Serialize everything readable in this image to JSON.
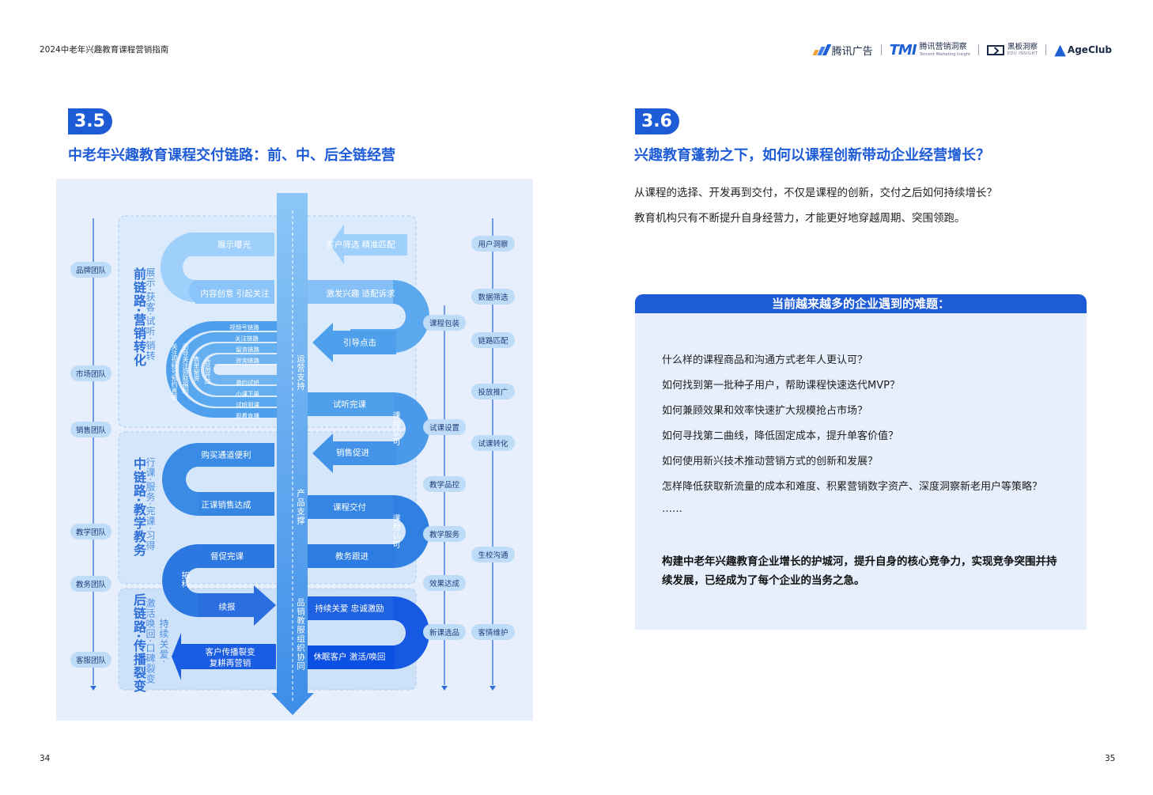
{
  "header": {
    "doc_title": "2024中老年兴趣教育课程营销指南",
    "logos": [
      {
        "name": "腾讯广告"
      },
      {
        "mark": "TMI",
        "name": "腾讯营销洞察",
        "sub": "Tencent Marketing Insight"
      },
      {
        "name": "黑板洞察",
        "sub": "EDU INSIGHT"
      },
      {
        "name": "AgeClub"
      }
    ]
  },
  "left": {
    "badge": "3.5",
    "title": "中老年兴趣教育课程交付链路：前、中、后全链经营",
    "page_number": "34"
  },
  "right": {
    "badge": "3.6",
    "title": "兴趣教育蓬勃之下，如何以课程创新带动企业经营增长？",
    "paragraphs": [
      "从课程的选择、开发再到交付，不仅是课程的创新，交付之后如何持续增长？",
      "教育机构只有不断提升自身经营力，才能更好地穿越周期、突围领跑。"
    ],
    "box": {
      "heading": "当前越来越多的企业遇到的难题：",
      "questions": [
        "什么样的课程商品和沟通方式老年人更认可？",
        "如何找到第一批种子用户，帮助课程快速迭代MVP？",
        "如何兼顾效果和效率快速扩大规模抢占市场？",
        "如何寻找第二曲线，降低固定成本，提升单客价值？",
        "如何使用新兴技术推动营销方式的创新和发展？",
        "怎样降低获取新流量的成本和难度、积累营销数字资产、深度洞察新老用户等策略？",
        "……"
      ],
      "conclusion": "构建中老年兴趣教育企业增长的护城河，提升自身的核心竞争力，实现竞争突围并持续发展，已经成为了每个企业的当务之急。"
    },
    "page_number": "35"
  },
  "diagram": {
    "teams": [
      "品牌团队",
      "市场团队",
      "销售团队",
      "教学团队",
      "教务团队",
      "客服团队"
    ],
    "middle_pills": [
      "课程包装",
      "试课设置",
      "教学品控",
      "教学服务",
      "效果达成",
      "新课选品"
    ],
    "right_pills": [
      "用户洞察",
      "数据筛选",
      "链路匹配",
      "投放推广",
      "试课转化",
      "生校沟通",
      "客情维护"
    ],
    "phases": [
      {
        "title": "前链路·营销转化",
        "sub": "展示·获客·试听·销转"
      },
      {
        "title": "中链路·教学教务",
        "sub": "行课·服务·完课·习得"
      },
      {
        "title": "后链路·传播裂变",
        "sub": "激活唤回·口碑裂变",
        "sub2": "持续关爱·"
      }
    ],
    "center_bar": {
      "top": "运营支持",
      "middle": "产品支撑",
      "bottom": "品销教服组织协同"
    },
    "flow_labels": {
      "f1": "展示曝光",
      "f2": "客户筛选 精准匹配",
      "f3": "内容创意 引起关注",
      "f4": "激发兴趣 适配诉求",
      "f5": "引导点击",
      "f6": "试听完课",
      "f7": "销售促进",
      "f8": "购买通道便利",
      "f9": "正课销售达成",
      "f10": "课程交付",
      "f11": "督促完课",
      "f12": "教务跟进",
      "f13": "续报",
      "f14": "持续关爱 忠诚激励",
      "f15a": "客户传播裂变",
      "f15b": "复耕再营销",
      "f16": "休眠客户 激活/唤回"
    },
    "side_labels": {
      "s1": "课程认可",
      "s2": "课程认可",
      "s3": "拓科"
    },
    "tracks": [
      "视频号链路",
      "关注链路",
      "留资链路",
      "咨询链路",
      "邀约试听",
      "小课下单",
      "试听到课",
      "观看直播"
    ],
    "track_vertical": [
      "关注视频号预约直播",
      "引导关注领取福利",
      "表单留资",
      "咨询开口"
    ],
    "colors": {
      "light": "#9fd0fb",
      "mid": "#5ba8ee",
      "deep": "#2a6ee0",
      "dark": "#0b4fe3",
      "bg": "#e7eefc"
    }
  }
}
